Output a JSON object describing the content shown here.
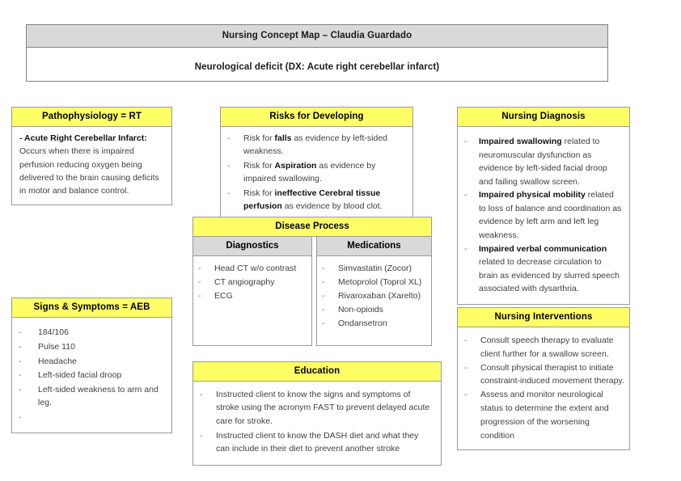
{
  "header": {
    "title": "Nursing Concept Map – Claudia Guardado",
    "diagnosis": "Neurological deficit (DX: Acute right cerebellar infarct)"
  },
  "colors": {
    "accent_yellow": "#FFFF66",
    "header_gray": "#D9D9D9",
    "border_gray": "#9A9A9A",
    "body_text": "#3F3F3F"
  },
  "pathophysiology": {
    "title": "Pathophysiology = RT",
    "lead": "- Acute Right Cerebellar Infarct:",
    "text": "Occurs when there is impaired perfusion reducing oxygen being delivered to the brain causing deficits in motor and balance control."
  },
  "risks": {
    "title": "Risks for Developing",
    "items": [
      {
        "prefix": "Risk for ",
        "bold": "falls",
        "suffix": " as evidence by left-sided weakness."
      },
      {
        "prefix": "Risk for ",
        "bold": "Aspiration",
        "suffix": " as evidence by impaired swallowing."
      },
      {
        "prefix": "Risk for ",
        "bold": "ineffective Cerebral tissue perfusion",
        "suffix": " as evidence by blood clot."
      }
    ]
  },
  "nursing_diagnosis": {
    "title": "Nursing Diagnosis",
    "items": [
      {
        "bold": "Impaired swallowing",
        "suffix": " related to neuromuscular dysfunction as evidence by left-sided facial droop and failing swallow screen."
      },
      {
        "bold": "Impaired physical mobility",
        "suffix": " related to loss of balance and coordination as evidence by left arm and left leg weakness."
      },
      {
        "bold": "Impaired verbal communication",
        "suffix": " related to decrease circulation to brain as evidenced by slurred speech associated with dysarthria."
      }
    ]
  },
  "disease_process": {
    "title": "Disease Process",
    "columns": [
      {
        "header": "Diagnostics",
        "items": [
          "Head CT w/o contrast",
          "CT angiography",
          "ECG"
        ]
      },
      {
        "header": "Medications",
        "items": [
          "Simvastatin (Zocor)",
          "Metoprolol (Toprol XL)",
          "Rivaroxaban (Xarelto)",
          "Non-opioids",
          "Ondansetron"
        ]
      }
    ]
  },
  "signs_symptoms": {
    "title": "Signs & Symptoms = AEB",
    "items": [
      "184/106",
      "Pulse 110",
      "Headache",
      "Left-sided facial droop",
      "Left-sided weakness to arm and leg.",
      ""
    ]
  },
  "education": {
    "title": "Education",
    "items": [
      "Instructed client to know the signs and symptoms of stroke using the acronym FAST to prevent delayed acute care for stroke.",
      "Instructed client to know the DASH diet and what they can include in their diet to prevent another stroke"
    ]
  },
  "nursing_interventions": {
    "title": "Nursing Interventions",
    "items": [
      "Consult speech therapy to evaluate client further for a swallow screen.",
      "Consult physical therapist to initiate constraint-induced movement therapy.",
      "Assess and monitor neurological status to determine the extent and progression of the worsening condition"
    ]
  }
}
